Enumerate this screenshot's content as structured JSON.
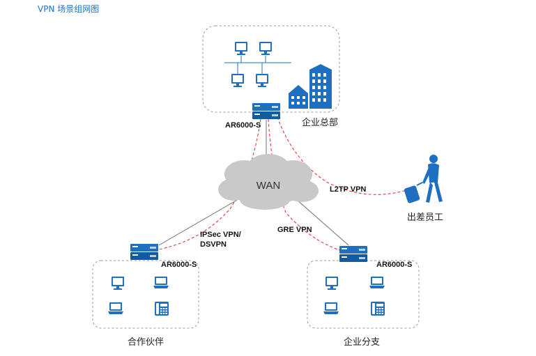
{
  "title": "VPN 场景组网图",
  "colors": {
    "title": "#1a74c9",
    "device": "#1f6fc0",
    "device_dark": "#135a9e",
    "vpn_link": "#e03a3a",
    "wan_link": "#8a8a8a",
    "cloud": "#c9c9c9",
    "group_border": "#9a9a9a",
    "person": "#1f6fc0"
  },
  "wan": {
    "label": "WAN"
  },
  "headquarters": {
    "label": "企业总部",
    "router_label": "AR6000-S",
    "icons": [
      "desktop-icon",
      "desktop-icon",
      "desktop-icon",
      "desktop-icon",
      "building-icon",
      "building-icon"
    ]
  },
  "partner": {
    "label": "合作伙伴",
    "router_label": "AR6000-S",
    "icons": [
      "desktop-icon",
      "laptop-icon",
      "laptop-icon",
      "phone-icon"
    ]
  },
  "branch": {
    "label": "企业分支",
    "router_label": "AR6000-S",
    "icons": [
      "desktop-icon",
      "laptop-icon",
      "laptop-icon",
      "phone-icon"
    ]
  },
  "traveler": {
    "label": "出差员工",
    "icon": "traveler-with-luggage-icon"
  },
  "vpn_labels": {
    "l2tp": "L2TP VPN",
    "ipsec_line1": "IPSec VPN/",
    "ipsec_line2": "DSVPN",
    "gre": "GRE VPN"
  }
}
